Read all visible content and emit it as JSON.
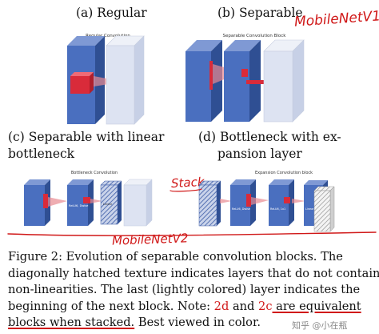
{
  "panels": {
    "a": {
      "label": "(a) Regular",
      "diagram_title": "Regular Convolution"
    },
    "b": {
      "label": "(b) Separable",
      "diagram_title": "Separable Convolution Block"
    },
    "c": {
      "label_line1": "(c)  Separable  with  linear",
      "label_line2": "bottleneck",
      "diagram_title": "Bottleneck Convolution",
      "inner_text_1": "ReLU6, Dwise",
      "inner_text_2": "Linear"
    },
    "d": {
      "label_line1": "(d)  Bottleneck  with  ex-",
      "label_line2": "pansion layer",
      "diagram_title": "Expansion Convolution block",
      "inner_text_1": "ReLU6, Dwise",
      "inner_text_2": "ReLU6, 1x1",
      "inner_text_3": "Linear 1x1"
    }
  },
  "annotations": {
    "mobilenet_v1": "MobileNetV1",
    "stack": "Stack",
    "mobilenet_v2": "MobileNetV2"
  },
  "caption": {
    "line1": "Figure 2:   Evolution of separable convolution blocks.  The",
    "line2": "diagonally hatched texture indicates layers that do not contain",
    "line3": "non-linearities.  The last (lightly colored) layer indicates the",
    "line4_a": "beginning of the next block.  Note:  ",
    "line4_ref1": "2d",
    "line4_b": " and  ",
    "line4_ref2": "2c",
    "line4_c": " are equivalent",
    "line5_a": "blocks when stacked.",
    "line5_b": " Best viewed in color."
  },
  "watermark": "知乎 @小在瓶",
  "colors": {
    "block_blue": "#4a6fbf",
    "block_blue_dark": "#2f4f93",
    "block_light": "#dde3f2",
    "kernel_red": "#d92b3a",
    "ink_red": "#d01818"
  }
}
